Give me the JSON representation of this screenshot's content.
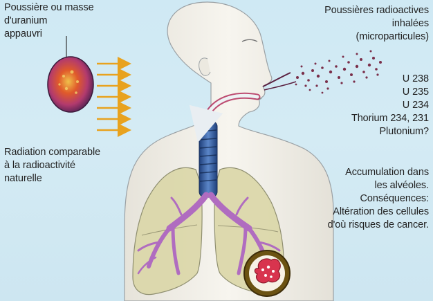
{
  "labels": {
    "dust_source": [
      "Poussière ou masse",
      "d'uranium",
      "appauvri"
    ],
    "radiation": [
      "Radiation comparable",
      "à la radioactivité",
      "naturelle"
    ],
    "inhaled_dust": [
      "Poussières radioactives",
      "inhalées",
      "(microparticules)"
    ],
    "isotopes": [
      "U 238",
      "U 235",
      "U 234",
      "Thorium 234, 231",
      "Plutonium?"
    ],
    "consequences": [
      "Accumulation dans",
      "les alvéoles.",
      "Conséquences:",
      "Altération des cellules",
      "d'où risques de cancer."
    ]
  },
  "colors": {
    "background": "#cfe9f4",
    "arrows": "#e8a21e",
    "trachea": "#3a63a8",
    "lungs": "#d9d5a8",
    "bronchi": "#b06cc0",
    "skin": "#f2efe6",
    "uranium_mass": "#b23a6e",
    "alveole_ring": "#8a6a1a",
    "alveole_center": "#c0304a",
    "text": "#222222"
  },
  "icons": [
    "uranium-mass-icon",
    "radiation-arrows-icon",
    "microparticles-icon",
    "inhalation-arrow-icon",
    "alveole-magnifier-icon"
  ]
}
